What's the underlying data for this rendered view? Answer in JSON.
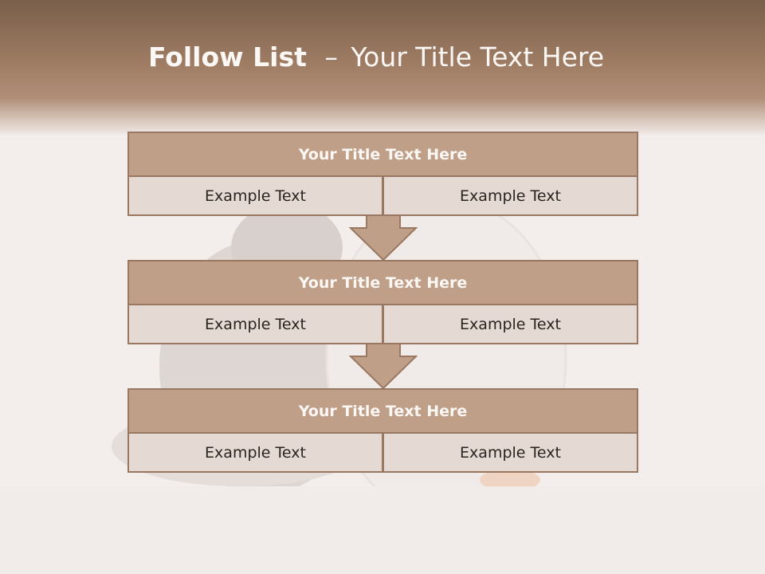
{
  "slide": {
    "title_bold": "Follow List",
    "title_dash": "–",
    "title_rest": "Your Title Text Here"
  },
  "blocks": [
    {
      "title": "Your Title Text Here",
      "left": "Example Text",
      "right": "Example Text"
    },
    {
      "title": "Your Title Text Here",
      "left": "Example Text",
      "right": "Example Text"
    },
    {
      "title": "Your Title Text Here",
      "left": "Example Text",
      "right": "Example Text"
    }
  ],
  "colors": {
    "header_dark": "#7a5f4a",
    "block_title_fill": "#c09f88",
    "block_cell_fill": "#e4d9d3",
    "border": "#9a7760",
    "arrow_fill": "#c09f88"
  },
  "background_image": "kitten-and-goldfish-bowl-photo"
}
